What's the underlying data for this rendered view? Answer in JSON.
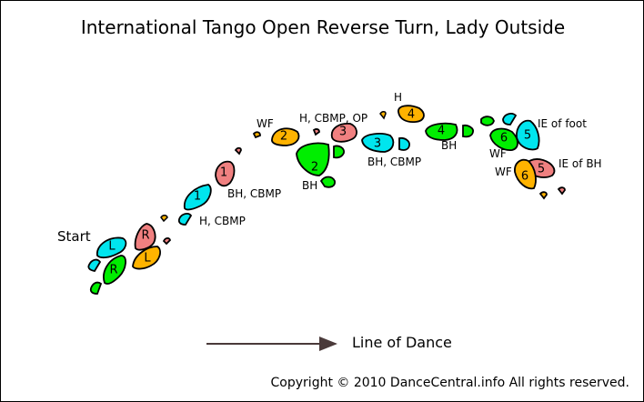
{
  "title": "International Tango Open Reverse Turn, Lady Outside",
  "start_label": "Start",
  "line_of_dance_label": "Line of Dance",
  "copyright": "Copyright © 2010 DanceCentral.info All rights reserved.",
  "colors": {
    "lady_left": "#00e5ee",
    "lady_right": "#f08080",
    "man_left": "#ffb300",
    "man_right": "#00ee00",
    "arrow": "#4a3a3a"
  },
  "steps": [
    {
      "step": "L",
      "foot": "lady_left"
    },
    {
      "step": "R",
      "foot": "man_right"
    },
    {
      "step": "R",
      "foot": "lady_right"
    },
    {
      "step": "L",
      "foot": "man_left"
    },
    {
      "step": "1",
      "foot": "lady_left",
      "annotation": "H, CBMP"
    },
    {
      "step": "1",
      "foot": "lady_right",
      "annotation": "BH, CBMP"
    },
    {
      "step": "2",
      "foot": "man_left",
      "annotation": "WF"
    },
    {
      "step": "2",
      "foot": "man_right",
      "annotation": "BH"
    },
    {
      "step": "3",
      "foot": "lady_right",
      "annotation": "H, CBMP, OP"
    },
    {
      "step": "3",
      "foot": "lady_left",
      "annotation": "BH, CBMP"
    },
    {
      "step": "4",
      "foot": "man_left",
      "annotation": "H"
    },
    {
      "step": "4",
      "foot": "man_right",
      "annotation": "BH"
    },
    {
      "step": "5",
      "foot": "lady_left",
      "annotation": "IE of foot"
    },
    {
      "step": "5",
      "foot": "lady_right",
      "annotation": "IE of BH"
    },
    {
      "step": "6",
      "foot": "man_right",
      "annotation": "WF"
    },
    {
      "step": "6",
      "foot": "man_left",
      "annotation": "WF"
    }
  ]
}
